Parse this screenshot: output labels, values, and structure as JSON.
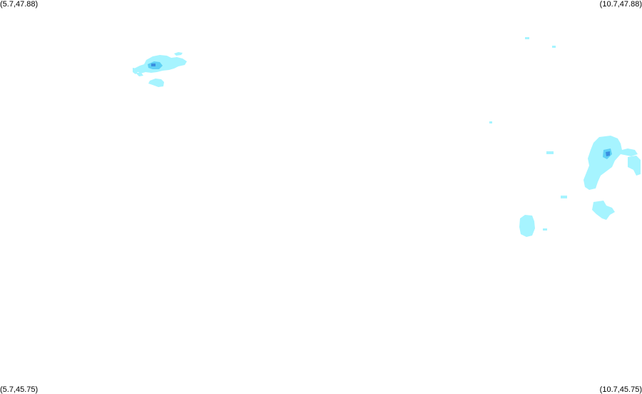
{
  "map": {
    "corners": {
      "top_left": "(5.7,47.88)",
      "top_right": "(10.7,47.88)",
      "bottom_left": "(5.7,45.75)",
      "bottom_right": "(10.7,45.75)"
    },
    "bounds": {
      "lon_min": 5.7,
      "lon_max": 10.7,
      "lat_min": 45.75,
      "lat_max": 47.88
    },
    "colors": {
      "light": "#a6f4ff",
      "medium": "#5fd0f5",
      "strong": "#3a8fe0",
      "background": "#ffffff"
    }
  }
}
